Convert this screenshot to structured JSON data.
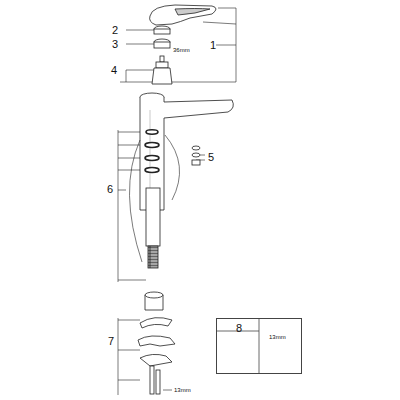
{
  "diagram": {
    "nodes": [
      {
        "text": [
          "8",
          "13mm"
        ]
      }
    ],
    "labels": [
      "1",
      "2",
      "3",
      "36mm",
      "4",
      "5",
      "6",
      "7",
      "13mm"
    ]
  }
}
